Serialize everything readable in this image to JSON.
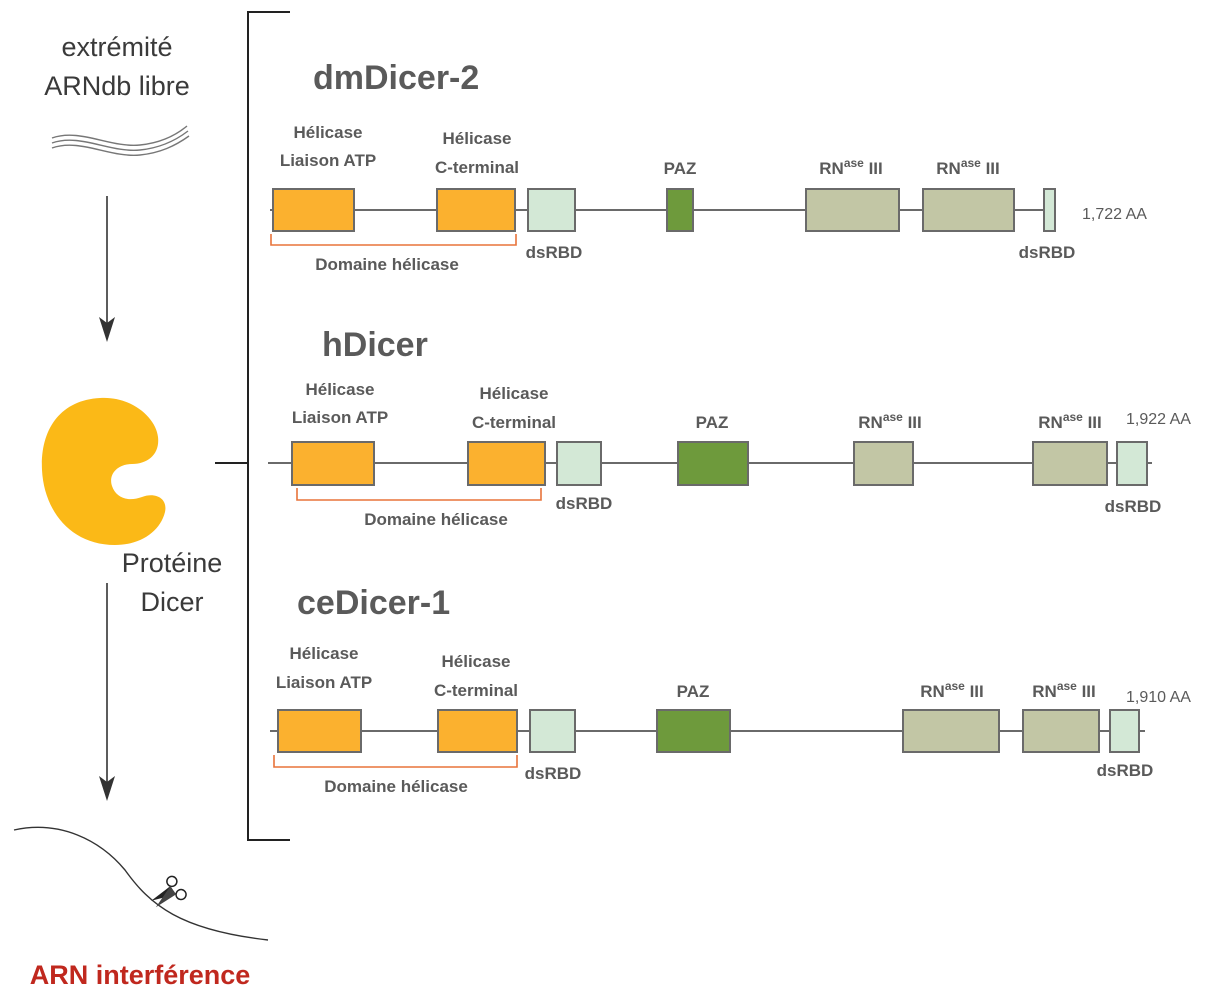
{
  "left_panel": {
    "top_label_line1": "extrémité",
    "top_label_line2": "ARNdb libre",
    "protein_label_line1": "Protéine",
    "protein_label_line2": "Dicer",
    "bottom_label": "ARN interférence"
  },
  "proteins": [
    {
      "name": "dmDicer-2",
      "length": "1,722 AA",
      "helicase_atp_line1": "Hélicase",
      "helicase_atp_line2": "Liaison ATP",
      "helicase_ct_line1": "Hélicase",
      "helicase_ct_line2": "C-terminal",
      "dsrbd_1": "dsRBD",
      "paz": "PAZ",
      "rnase_a": "RN",
      "rnase_a_sup": "ase",
      "rnase_a_suffix": " III",
      "rnase_b": "RN",
      "rnase_b_sup": "ase",
      "rnase_b_suffix": " III",
      "dsrbd_2": "dsRBD",
      "helicase_domain": "Domaine hélicase"
    },
    {
      "name": "hDicer",
      "length": "1,922 AA",
      "helicase_atp_line1": "Hélicase",
      "helicase_atp_line2": "Liaison ATP",
      "helicase_ct_line1": "Hélicase",
      "helicase_ct_line2": "C-terminal",
      "dsrbd_1": "dsRBD",
      "paz": "PAZ",
      "rnase_a": "RN",
      "rnase_a_sup": "ase",
      "rnase_a_suffix": " III",
      "rnase_b": "RN",
      "rnase_b_sup": "ase",
      "rnase_b_suffix": " III",
      "dsrbd_2": "dsRBD",
      "helicase_domain": "Domaine hélicase"
    },
    {
      "name": "ceDicer-1",
      "length": "1,910 AA",
      "helicase_atp_line1": "Hélicase",
      "helicase_atp_line2": "Liaison ATP",
      "helicase_ct_line1": "Hélicase",
      "helicase_ct_line2": "C-terminal",
      "dsrbd_1": "dsRBD",
      "paz": "PAZ",
      "rnase_a": "RN",
      "rnase_a_sup": "ase",
      "rnase_a_suffix": " III",
      "rnase_b": "RN",
      "rnase_b_sup": "ase",
      "rnase_b_suffix": " III",
      "dsrbd_2": "dsRBD",
      "helicase_domain": "Domaine hélicase"
    }
  ],
  "colors": {
    "helicase": "#fbb12f",
    "dsrbd": "#d3e8d6",
    "paz": "#6e9a3c",
    "rnase": "#c2c6a5",
    "outline": "#6a6a6a",
    "domain_bracket": "#e8733a",
    "dicer_blob": "#fbb917",
    "title_red": "#c0281e"
  }
}
